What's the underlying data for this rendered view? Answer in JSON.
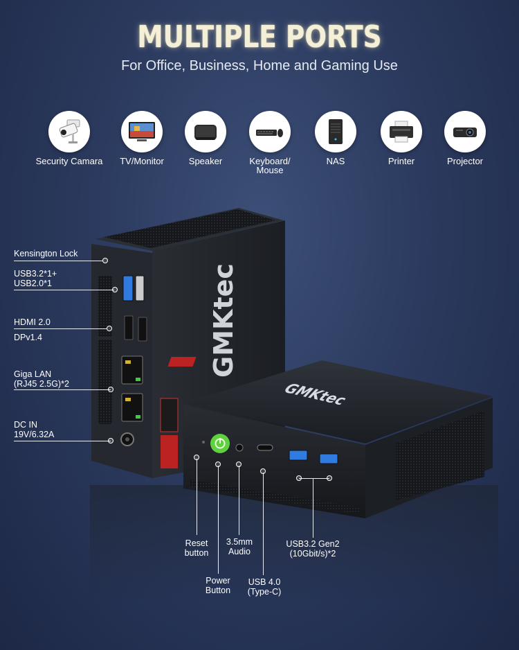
{
  "header": {
    "title": "MULTIPLE PORTS",
    "subtitle": "For Office, Business, Home and Gaming Use"
  },
  "uses": [
    {
      "label": "Security Camara",
      "icon": "security-camera-icon"
    },
    {
      "label": "TV/Monitor",
      "icon": "monitor-icon"
    },
    {
      "label": "Speaker",
      "icon": "speaker-icon"
    },
    {
      "label_line1": "Keyboard/",
      "label_line2": "Mouse",
      "icon": "keyboard-mouse-icon"
    },
    {
      "label": "NAS",
      "icon": "nas-icon"
    },
    {
      "label": "Printer",
      "icon": "printer-icon"
    },
    {
      "label": "Projector",
      "icon": "projector-icon"
    }
  ],
  "back_ports": {
    "kensington": "Kensington Lock",
    "usb_line1": "USB3.2*1+",
    "usb_line2": "USB2.0*1",
    "hdmi": "HDMI 2.0",
    "dp": "DPv1.4",
    "lan_line1": "Giga LAN",
    "lan_line2": "(RJ45 2.5G)*2",
    "dc_line1": "DC IN",
    "dc_line2": "19V/6.32A"
  },
  "front_ports": {
    "reset_line1": "Reset",
    "reset_line2": "button",
    "power_line1": "Power",
    "power_line2": "Button",
    "audio_line1": "3.5mm",
    "audio_line2": "Audio",
    "usb4_line1": "USB 4.0",
    "usb4_line2": "(Type-C)",
    "usb32_line1": "USB3.2 Gen2",
    "usb32_line2": "(10Gbit/s)*2"
  },
  "brand": {
    "logo": "GMKtec"
  },
  "colors": {
    "background": "#2b3a5e",
    "title_glow": "#f4f0d8",
    "power_green": "#5fd13f",
    "usb_blue": "#2f7be0"
  }
}
